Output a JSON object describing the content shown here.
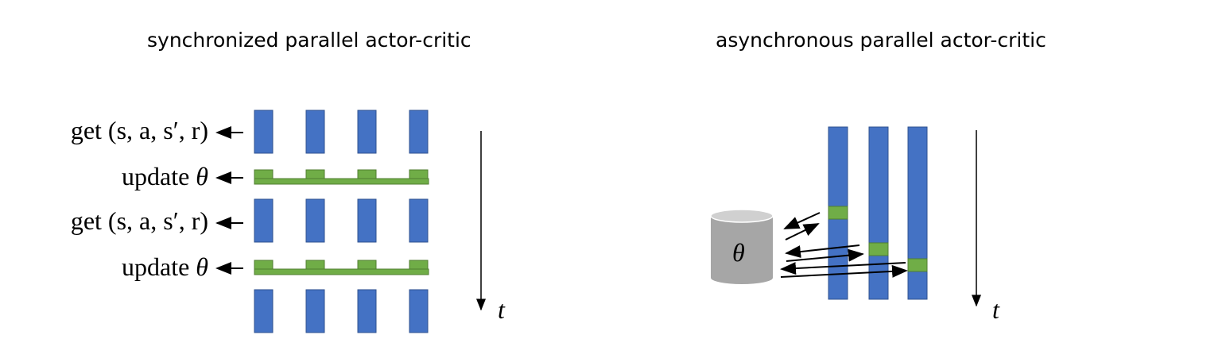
{
  "left": {
    "title": "synchronized parallel actor-critic",
    "rows": [
      {
        "label_prefix": "get",
        "label_math": "(s, a, s′, r)"
      },
      {
        "label_prefix": "update",
        "label_math": "θ"
      },
      {
        "label_prefix": "get",
        "label_math": "(s, a, s′, r)"
      },
      {
        "label_prefix": "update",
        "label_math": "θ"
      }
    ],
    "time_label": "t"
  },
  "right": {
    "title": "asynchronous parallel actor-critic",
    "param_store_label": "θ",
    "time_label": "t"
  },
  "colors": {
    "worker": "#4472C4",
    "update": "#70AD47",
    "cylinder": "#A6A6A6",
    "cylinder_top": "#D0D0D0"
  }
}
